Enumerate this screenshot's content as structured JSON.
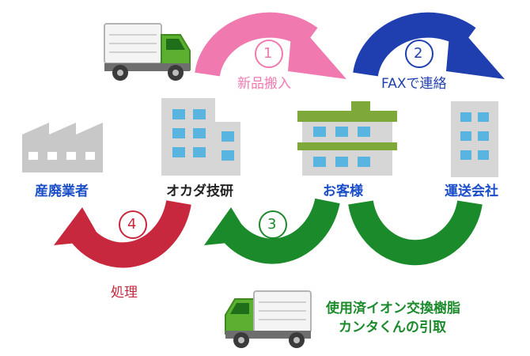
{
  "colors": {
    "pink": "#f07ab0",
    "blue": "#1f3fb0",
    "green": "#1a8a2a",
    "red": "#c8283e",
    "label_blue": "#1a4ec8",
    "label_dark": "#222222",
    "factory_gray": "#c8c8c8",
    "window_blue": "#5ab4e0",
    "roof_green": "#7ea83a",
    "truck_green": "#5cb030"
  },
  "nodes": {
    "factory": {
      "label": "産廃業者",
      "icon": "factory-icon"
    },
    "okada": {
      "label": "オカダ技研",
      "icon": "office-building-icon"
    },
    "customer": {
      "label": "お客様",
      "icon": "green-roof-building-icon"
    },
    "transport": {
      "label": "運送会社",
      "icon": "office-tower-icon"
    }
  },
  "steps": [
    {
      "number": "1",
      "label": "新品搬入",
      "color": "pink"
    },
    {
      "number": "2",
      "label": "FAXで連絡",
      "color": "blue"
    },
    {
      "number": "3",
      "label": "",
      "color": "green"
    },
    {
      "number": "4",
      "label": "処理",
      "color": "red"
    }
  ],
  "pickup_note": {
    "line1": "使用済イオン交換樹脂",
    "line2": "カンタくんの引取"
  },
  "icons": [
    "truck-icon",
    "truck-icon"
  ]
}
